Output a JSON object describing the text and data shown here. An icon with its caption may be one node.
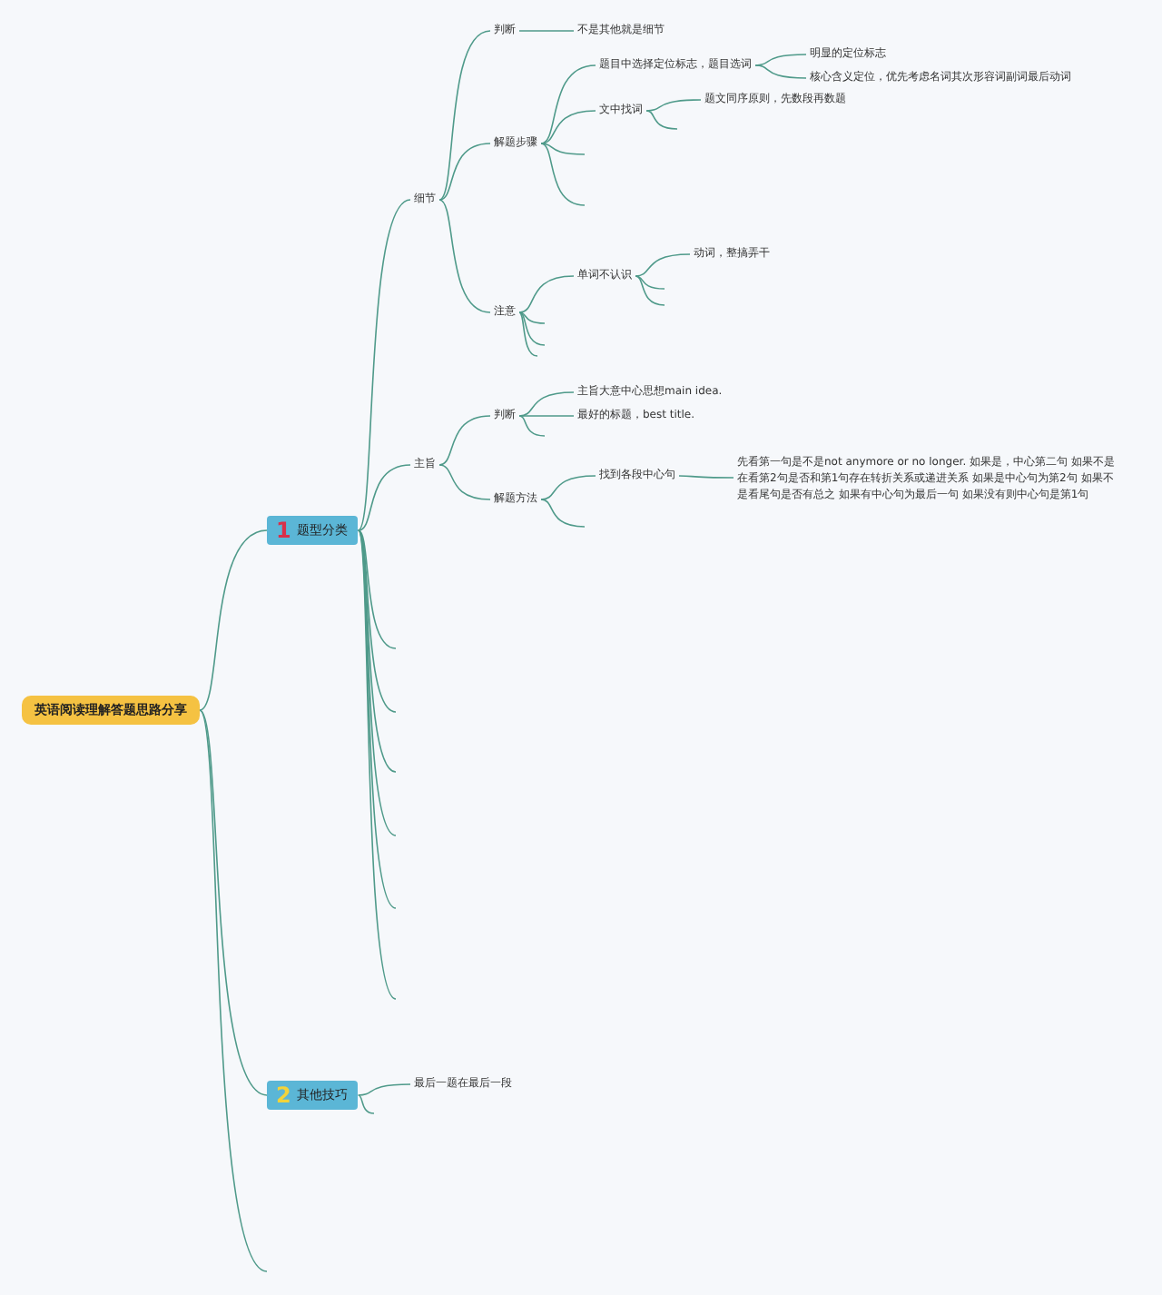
{
  "diagram": {
    "nodes": [
      {
        "text": [
          "英语阅读理解答题思路分享"
        ]
      },
      {
        "text": [
          "1",
          "题型分类"
        ]
      },
      {
        "text": [
          "细节"
        ]
      },
      {
        "text": [
          "判断"
        ]
      },
      {
        "text": [
          "不是其他就是细节"
        ]
      },
      {
        "text": [
          "解题步骤"
        ]
      },
      {
        "text": [
          "题目中选择定位标志，题目选词"
        ]
      },
      {
        "text": [
          "明显的定位标志"
        ]
      },
      {
        "text": [
          "核心含义定位，优先考虑名词其次形容词副词最后动词"
        ]
      },
      {
        "text": [
          "文中找词"
        ]
      },
      {
        "text": [
          "题文同序原则，先数段再数题"
        ]
      },
      {
        "text": [
          "注意"
        ]
      },
      {
        "text": [
          "单词不认识"
        ]
      },
      {
        "text": [
          "动词，整搞弄干"
        ]
      },
      {
        "text": [
          "主旨"
        ]
      },
      {
        "text": [
          "判断"
        ]
      },
      {
        "text": [
          "主旨大意中心思想main idea."
        ]
      },
      {
        "text": [
          "最好的标题，best title."
        ]
      },
      {
        "text": [
          "解题方法"
        ]
      },
      {
        "text": [
          "找到各段中心句"
        ]
      },
      {
        "text": [
          "先看第一句是不是not anymore or no longer. 如果是，中心第二句 如果不是在看第2句是否和第1句存在转折关系或递进关系 如果是中心句为第2句 如果不是看尾句是否有总之 如果有中心句为最后一句 如果没有则中心句是第1句"
        ]
      },
      {
        "text": [
          "2",
          "其他技巧"
        ]
      },
      {
        "text": [
          "最后一题在最后一段"
        ]
      }
    ],
    "edges": [
      {
        "from": 0,
        "to": 1,
        "arrow": "none"
      },
      {
        "from": 0,
        "to": 21,
        "arrow": "none"
      },
      {
        "from": 0,
        "to": null,
        "arrow": "none"
      },
      {
        "from": 1,
        "to": 2,
        "arrow": "none"
      },
      {
        "from": 1,
        "to": 14,
        "arrow": "none"
      },
      {
        "from": 1,
        "to": null,
        "arrow": "none"
      },
      {
        "from": 1,
        "to": null,
        "arrow": "none"
      },
      {
        "from": 1,
        "to": null,
        "arrow": "none"
      },
      {
        "from": 1,
        "to": null,
        "arrow": "none"
      },
      {
        "from": 1,
        "to": null,
        "arrow": "none"
      },
      {
        "from": 1,
        "to": null,
        "arrow": "none"
      },
      {
        "from": 2,
        "to": 3,
        "arrow": "none"
      },
      {
        "from": 2,
        "to": 5,
        "arrow": "none"
      },
      {
        "from": 2,
        "to": 11,
        "arrow": "none"
      },
      {
        "from": 3,
        "to": 4,
        "arrow": "none"
      },
      {
        "from": 5,
        "to": 6,
        "arrow": "none"
      },
      {
        "from": 5,
        "to": 9,
        "arrow": "none"
      },
      {
        "from": 5,
        "to": null,
        "arrow": "none"
      },
      {
        "from": 5,
        "to": null,
        "arrow": "none"
      },
      {
        "from": 6,
        "to": 7,
        "arrow": "none"
      },
      {
        "from": 6,
        "to": 8,
        "arrow": "none"
      },
      {
        "from": 9,
        "to": 10,
        "arrow": "none"
      },
      {
        "from": 9,
        "to": null,
        "arrow": "none"
      },
      {
        "from": 11,
        "to": 12,
        "arrow": "none"
      },
      {
        "from": 11,
        "to": null,
        "arrow": "none"
      },
      {
        "from": 11,
        "to": null,
        "arrow": "none"
      },
      {
        "from": 11,
        "to": null,
        "arrow": "none"
      },
      {
        "from": 12,
        "to": 13,
        "arrow": "none"
      },
      {
        "from": 12,
        "to": null,
        "arrow": "none"
      },
      {
        "from": 12,
        "to": null,
        "arrow": "none"
      },
      {
        "from": 14,
        "to": 15,
        "arrow": "none"
      },
      {
        "from": 14,
        "to": 18,
        "arrow": "none"
      },
      {
        "from": 15,
        "to": 16,
        "arrow": "none"
      },
      {
        "from": 15,
        "to": 17,
        "arrow": "none"
      },
      {
        "from": 15,
        "to": null,
        "arrow": "none"
      },
      {
        "from": 18,
        "to": 19,
        "arrow": "none"
      },
      {
        "from": 18,
        "to": null,
        "arrow": "none"
      },
      {
        "from": 19,
        "to": 20,
        "arrow": "none"
      },
      {
        "from": 21,
        "to": 22,
        "arrow": "none"
      },
      {
        "from": 21,
        "to": null,
        "arrow": "none"
      }
    ]
  }
}
